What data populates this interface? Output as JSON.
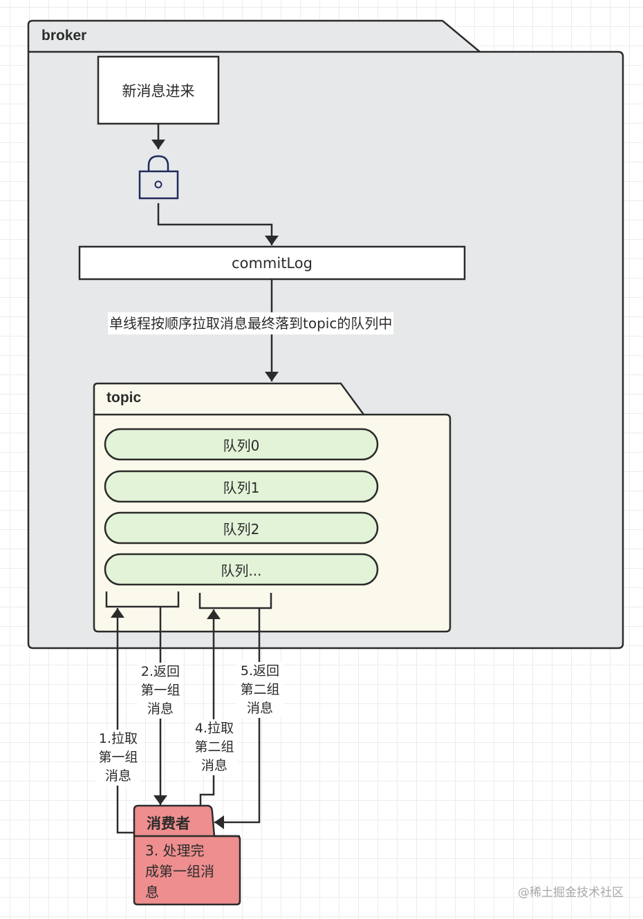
{
  "broker": {
    "label": "broker",
    "fill": "#e6e8ea"
  },
  "new_message": {
    "label": "新消息进来"
  },
  "lock": {
    "icon": "lock-icon",
    "color": "#1f2a5a"
  },
  "commit_log": {
    "label": "commitLog"
  },
  "flow_label": "单线程按顺序拉取消息最终落到topic的队列中",
  "topic": {
    "label": "topic",
    "fill": "#fbf9ec",
    "queues": [
      {
        "label": "队列0"
      },
      {
        "label": "队列1"
      },
      {
        "label": "队列2"
      },
      {
        "label": "队列..."
      }
    ],
    "queue_fill": "#e3f3d8"
  },
  "steps": [
    {
      "id": 1,
      "label": "1.拉取\n第一组\n消息"
    },
    {
      "id": 2,
      "label": "2.返回\n第一组\n消息"
    },
    {
      "id": 4,
      "label": "4.拉取\n第二组\n消息"
    },
    {
      "id": 5,
      "label": "5.返回\n第二组\n消息"
    }
  ],
  "consumer": {
    "label": "消费者",
    "body": "3. 处理完\n成第一组消\n息",
    "fill": "#ee8e8e"
  },
  "watermark": "@稀土掘金技术社区"
}
